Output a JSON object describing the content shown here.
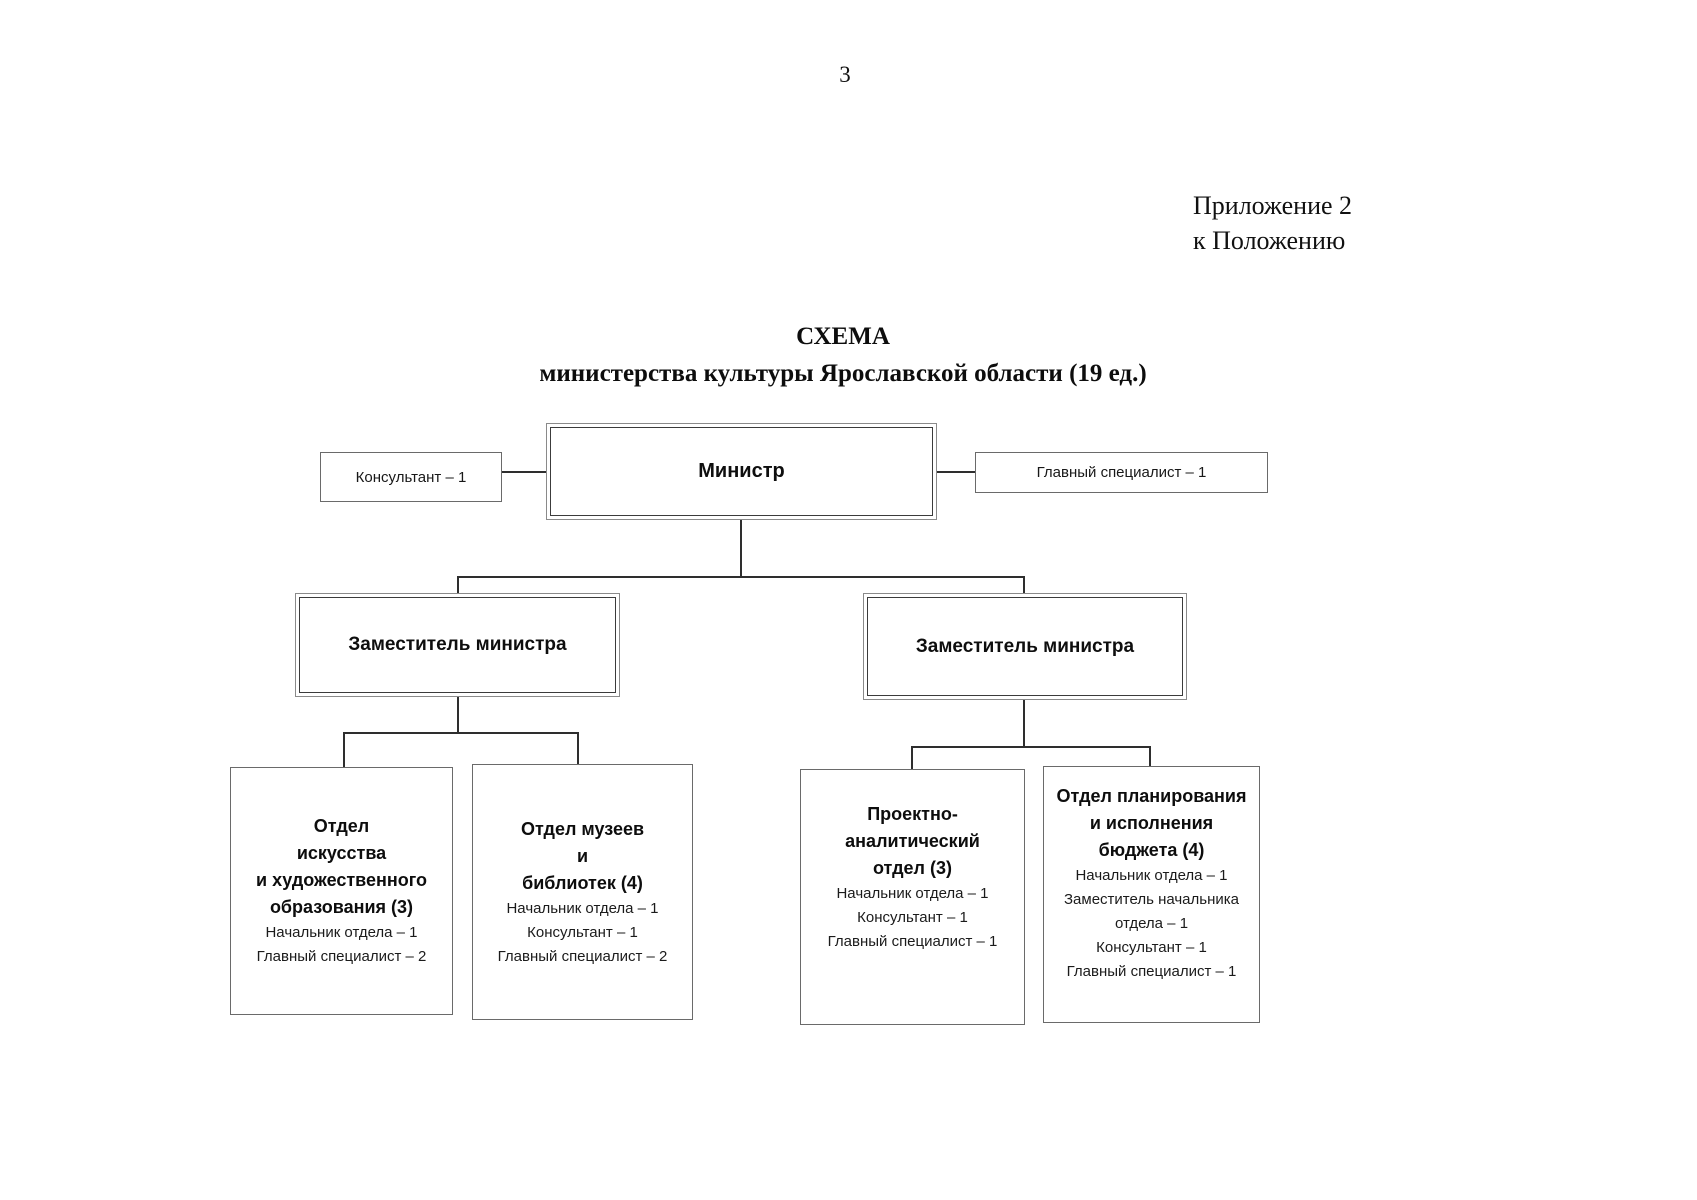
{
  "page": {
    "number": "3"
  },
  "annotation": {
    "line1": "Приложение 2",
    "line2": "к Положению"
  },
  "title": {
    "line1": "СХЕМА",
    "line2": "министерства культуры Ярославской области (19 ед.)"
  },
  "diagram": {
    "type": "org-chart",
    "line_color": "#2e2e2e",
    "minister": {
      "label": "Министр"
    },
    "minister_staff": [
      {
        "label": "Консультант – 1",
        "side": "left"
      },
      {
        "label": "Главный специалист – 1",
        "side": "right"
      }
    ],
    "deputies": [
      {
        "label": "Заместитель министра"
      },
      {
        "label": "Заместитель министра"
      }
    ],
    "departments": [
      {
        "parent": "deputy-1",
        "title_lines": [
          "Отдел",
          "искусства",
          "и художественного",
          "образования (3)"
        ],
        "staff": [
          "Начальник отдела – 1",
          "Главный специалист – 2"
        ]
      },
      {
        "parent": "deputy-1",
        "title_lines": [
          "Отдел музеев",
          "и",
          "библиотек (4)"
        ],
        "staff": [
          "Начальник отдела – 1",
          "Консультант – 1",
          "Главный специалист – 2"
        ]
      },
      {
        "parent": "deputy-2",
        "title_lines": [
          "Проектно-",
          "аналитический",
          "отдел (3)"
        ],
        "staff": [
          "Начальник отдела – 1",
          "Консультант – 1",
          "Главный специалист – 1"
        ]
      },
      {
        "parent": "deputy-2",
        "title_lines": [
          "Отдел планирования",
          "и исполнения",
          "бюджета (4)"
        ],
        "staff": [
          "Начальник отдела – 1",
          "Заместитель начальника отдела – 1",
          "Консультант – 1",
          "Главный специалист – 1"
        ]
      }
    ]
  }
}
